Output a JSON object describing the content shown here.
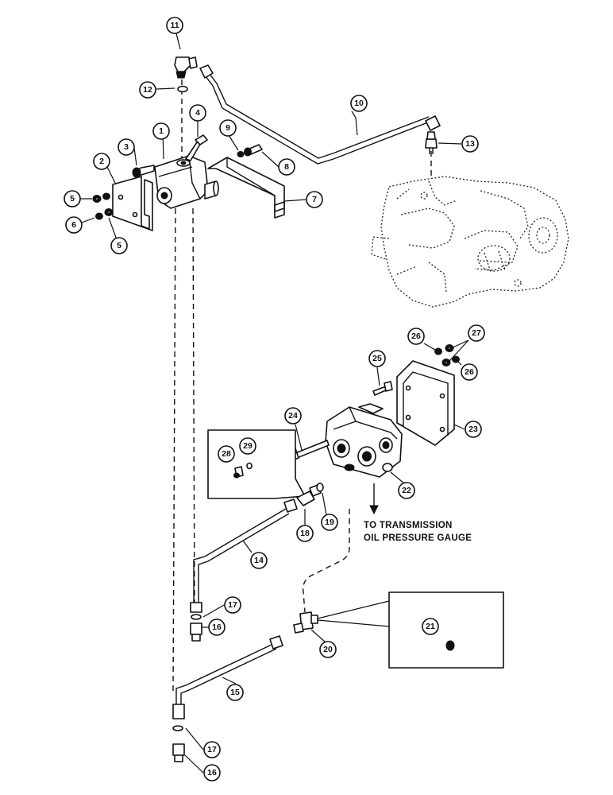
{
  "note": {
    "line1": "TO TRANSMISSION",
    "line2": "OIL PRESSURE GAUGE"
  },
  "callouts": [
    {
      "id": "c1",
      "label": "1"
    },
    {
      "id": "c2",
      "label": "2"
    },
    {
      "id": "c3",
      "label": "3"
    },
    {
      "id": "c4",
      "label": "4"
    },
    {
      "id": "c5a",
      "label": "5"
    },
    {
      "id": "c5b",
      "label": "5"
    },
    {
      "id": "c6",
      "label": "6"
    },
    {
      "id": "c7",
      "label": "7"
    },
    {
      "id": "c8",
      "label": "8"
    },
    {
      "id": "c9",
      "label": "9"
    },
    {
      "id": "c10",
      "label": "10"
    },
    {
      "id": "c11",
      "label": "11"
    },
    {
      "id": "c12",
      "label": "12"
    },
    {
      "id": "c13",
      "label": "13"
    },
    {
      "id": "c14",
      "label": "14"
    },
    {
      "id": "c15",
      "label": "15"
    },
    {
      "id": "c16a",
      "label": "16"
    },
    {
      "id": "c16b",
      "label": "16"
    },
    {
      "id": "c17a",
      "label": "17"
    },
    {
      "id": "c17b",
      "label": "17"
    },
    {
      "id": "c18",
      "label": "18"
    },
    {
      "id": "c19",
      "label": "19"
    },
    {
      "id": "c20",
      "label": "20"
    },
    {
      "id": "c21",
      "label": "21"
    },
    {
      "id": "c22",
      "label": "22"
    },
    {
      "id": "c23",
      "label": "23"
    },
    {
      "id": "c24",
      "label": "24"
    },
    {
      "id": "c25",
      "label": "25"
    },
    {
      "id": "c26a",
      "label": "26"
    },
    {
      "id": "c26b",
      "label": "26"
    },
    {
      "id": "c27",
      "label": "27"
    },
    {
      "id": "c28",
      "label": "28"
    },
    {
      "id": "c29",
      "label": "29"
    }
  ]
}
